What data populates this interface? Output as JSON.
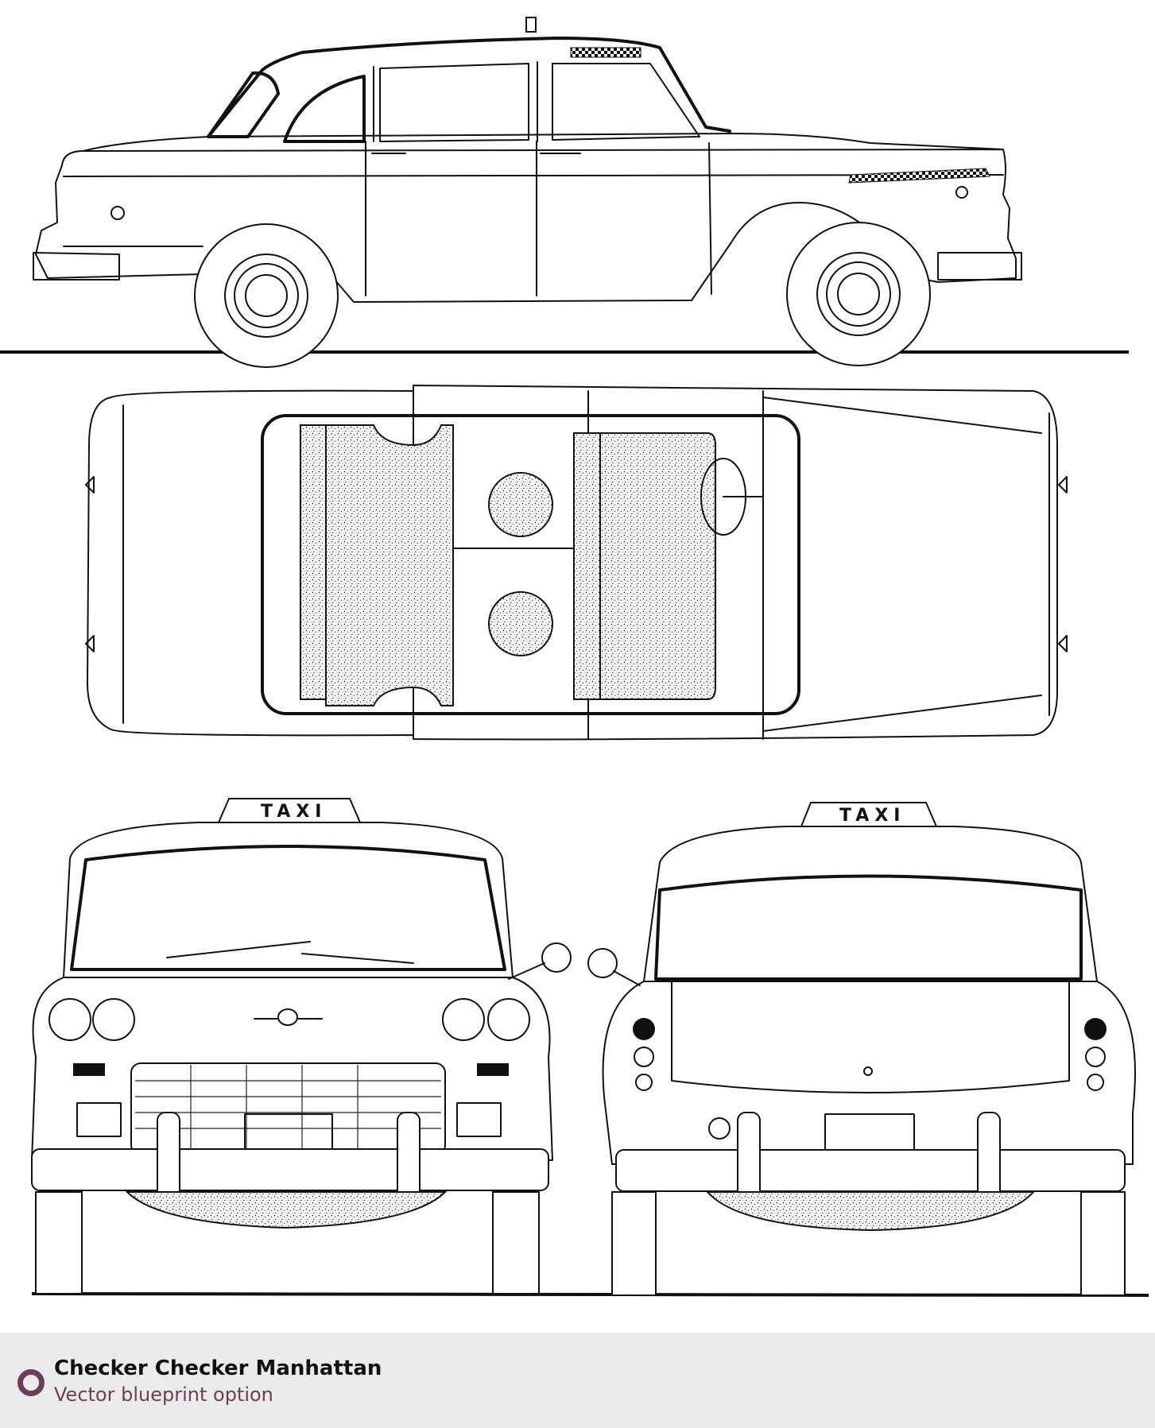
{
  "blueprint": {
    "roof_sign_text": "TAXI",
    "colors": {
      "line": "#111111",
      "background": "#ffffff",
      "footer_bg": "#ebebeb",
      "accent": "#6b3f57"
    }
  },
  "footer": {
    "bullet_icon": "circle-ring-icon",
    "title": "Checker Checker Manhattan",
    "subtitle": "Vector blueprint option"
  }
}
